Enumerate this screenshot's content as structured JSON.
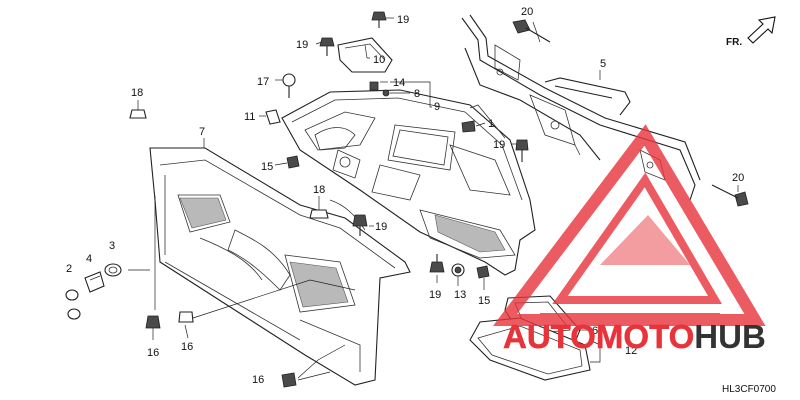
{
  "callouts": [
    "19",
    "19",
    "10",
    "20",
    "17",
    "14",
    "8",
    "9",
    "5",
    "11",
    "1",
    "18",
    "7",
    "19",
    "15",
    "18",
    "19",
    "20",
    "3",
    "4",
    "2",
    "19",
    "13",
    "15",
    "16",
    "16",
    "6",
    "12",
    "16"
  ],
  "direction_label": "FR.",
  "diagram_code": "HL3CF0700",
  "watermark": {
    "text_part1": "AUTO",
    "text_part2": "MOTO",
    "text_part3": "HUB",
    "color_accent": "#e8333a",
    "color_dark": "#333333"
  }
}
